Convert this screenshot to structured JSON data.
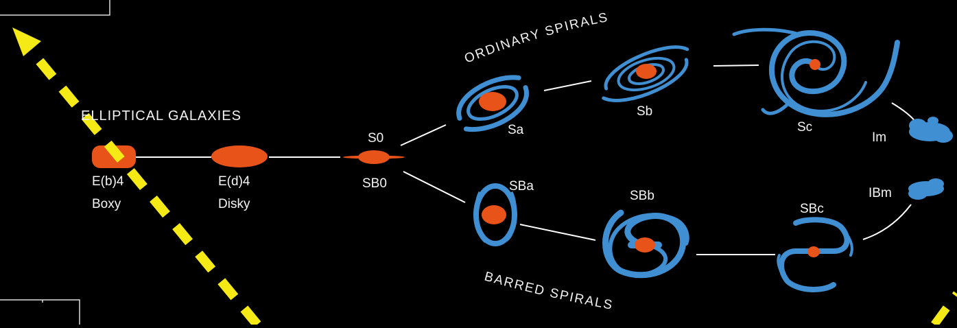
{
  "headings": {
    "elliptical": "ELLIPTICAL GALAXIES",
    "ordinary": "ORDINARY SPIRALS",
    "barred": "BARRED SPIRALS"
  },
  "labels": {
    "eb4": "E(b)4",
    "boxy": "Boxy",
    "ed4": "E(d)4",
    "disky": "Disky",
    "s0": "S0",
    "sb0": "SB0",
    "sa": "Sa",
    "sb": "Sb",
    "sc": "Sc",
    "im": "Im",
    "sba": "SBa",
    "sbb": "SBb",
    "sbc": "SBc",
    "ibm": "IBm"
  },
  "colors": {
    "background": "#000000",
    "bulge": "#e8531a",
    "spiral_arm": "#3f8fd2",
    "connector": "#ffffff",
    "arrow": "#f5ea16"
  }
}
